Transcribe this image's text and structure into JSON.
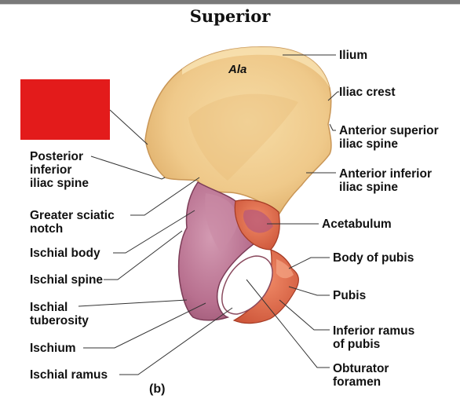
{
  "title": "Superior",
  "region_label": "Ala",
  "figure_tag": "(b)",
  "colors": {
    "ilium": "#efc98a",
    "ischium": "#b8708f",
    "pubis": "#e06a4a",
    "redact_box": "#e31b1b"
  },
  "labels_right": {
    "ilium": "Ilium",
    "iliac_crest": "Iliac crest",
    "asis_1": "Anterior superior",
    "asis_2": "iliac spine",
    "aiis_1": "Anterior inferior",
    "aiis_2": "iliac spine",
    "acetabulum": "Acetabulum",
    "body_pubis": "Body of pubis",
    "pubis": "Pubis",
    "inf_ramus_1": "Inferior ramus",
    "inf_ramus_2": "of pubis",
    "obturator_1": "Obturator",
    "obturator_2": "foramen"
  },
  "labels_left": {
    "piis_1": "Posterior",
    "piis_2": "inferior",
    "piis_3": "iliac spine",
    "gsn_1": "Greater sciatic",
    "gsn_2": "notch",
    "ischial_body": "Ischial body",
    "ischial_spine": "Ischial spine",
    "ischial_tub_1": "Ischial",
    "ischial_tub_2": "tuberosity",
    "ischium": "Ischium",
    "ischial_ramus": "Ischial ramus"
  }
}
